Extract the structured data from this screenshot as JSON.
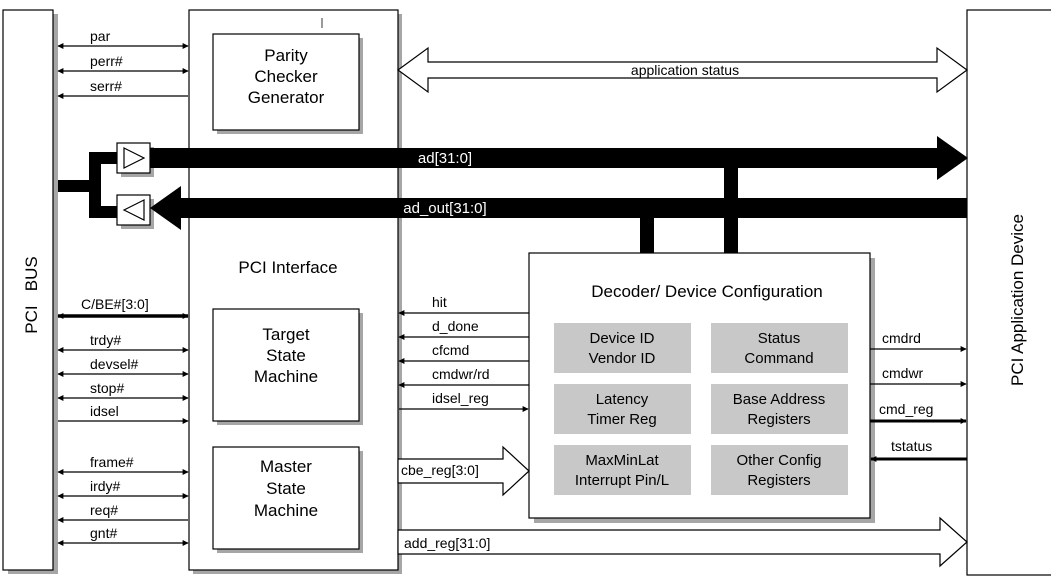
{
  "left_bus": {
    "label": "PCI   BUS"
  },
  "right_device": {
    "label": "PCI Application Device"
  },
  "interface": {
    "label": "PCI Interface"
  },
  "parity_block": {
    "line1": "Parity",
    "line2": "Checker",
    "line3": "Generator"
  },
  "target_block": {
    "line1": "Target",
    "line2": "State",
    "line3": "Machine"
  },
  "master_block": {
    "line1": "Master",
    "line2": "State",
    "line3": "Machine"
  },
  "decoder": {
    "title": "Decoder/ Device Configuration",
    "cells": [
      {
        "line1": "Device ID",
        "line2": "Vendor ID"
      },
      {
        "line1": "Status",
        "line2": "Command"
      },
      {
        "line1": "Latency",
        "line2": "Timer Reg"
      },
      {
        "line1": "Base Address",
        "line2": "Registers"
      },
      {
        "line1": "MaxMinLat",
        "line2": "Interrupt Pin/L"
      },
      {
        "line1": "Other Config",
        "line2": "Registers"
      }
    ]
  },
  "bus_signals": {
    "par": "par",
    "perr": "perr#",
    "serr": "serr#",
    "cbe": "C/BE#[3:0]",
    "trdy": "trdy#",
    "devsel": "devsel#",
    "stop": "stop#",
    "idsel": "idsel",
    "frame": "frame#",
    "irdy": "irdy#",
    "req": "req#",
    "gnt": "gnt#"
  },
  "buses": {
    "ad": "ad[31:0]",
    "ad_out": "ad_out[31:0]",
    "app_status": "application status",
    "cbe_reg": "cbe_reg[3:0]",
    "add_reg": "add_reg[31:0]"
  },
  "decoder_signals": {
    "hit": "hit",
    "d_done": "d_done",
    "cfcmd": "cfcmd",
    "cmdwr_rd": "cmdwr/rd",
    "idsel_reg": "idsel_reg"
  },
  "device_signals": {
    "cmdrd": "cmdrd",
    "cmdwr": "cmdwr",
    "cmd_reg": "cmd_reg",
    "tstatus": "tstatus"
  },
  "colors": {
    "line": "#000000",
    "shadow": "#a6a6a6",
    "cell": "#c8c8c8",
    "background": "#ffffff"
  }
}
